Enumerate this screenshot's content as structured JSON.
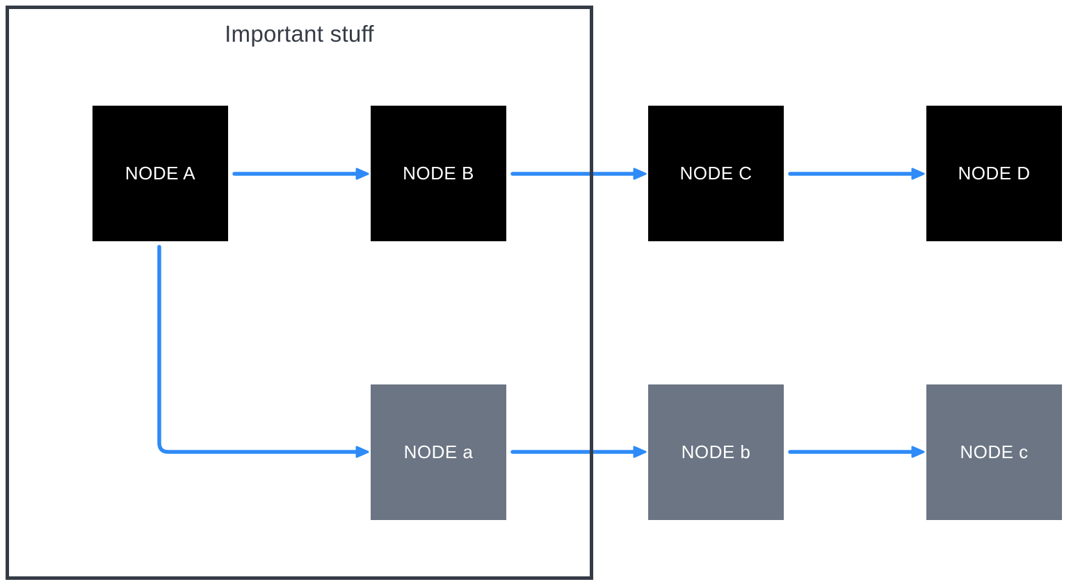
{
  "diagram": {
    "group": {
      "title": "Important stuff"
    },
    "nodes": [
      {
        "id": "node-a-upper",
        "label": "NODE A",
        "variant": "black",
        "inside_group": true
      },
      {
        "id": "node-b-upper",
        "label": "NODE B",
        "variant": "black",
        "inside_group": true
      },
      {
        "id": "node-c-upper",
        "label": "NODE C",
        "variant": "black",
        "inside_group": false
      },
      {
        "id": "node-d-upper",
        "label": "NODE D",
        "variant": "black",
        "inside_group": false
      },
      {
        "id": "node-a-lower",
        "label": "NODE a",
        "variant": "gray",
        "inside_group": true
      },
      {
        "id": "node-b-lower",
        "label": "NODE b",
        "variant": "gray",
        "inside_group": false
      },
      {
        "id": "node-c-lower",
        "label": "NODE c",
        "variant": "gray",
        "inside_group": false
      }
    ],
    "edges": [
      {
        "from": "NODE A",
        "to": "NODE B",
        "style": "straight-right"
      },
      {
        "from": "NODE B",
        "to": "NODE C",
        "style": "straight-right"
      },
      {
        "from": "NODE C",
        "to": "NODE D",
        "style": "straight-right"
      },
      {
        "from": "NODE A",
        "to": "NODE a",
        "style": "down-then-right"
      },
      {
        "from": "NODE a",
        "to": "NODE b",
        "style": "straight-right"
      },
      {
        "from": "NODE b",
        "to": "NODE c",
        "style": "straight-right"
      }
    ],
    "colors": {
      "arrow": "#2e8bf7",
      "group_border": "#363c46",
      "title_text": "#363c46",
      "node_black": "#000000",
      "node_gray": "#6b7584",
      "node_text": "#ffffff",
      "background": "#ffffff"
    }
  }
}
